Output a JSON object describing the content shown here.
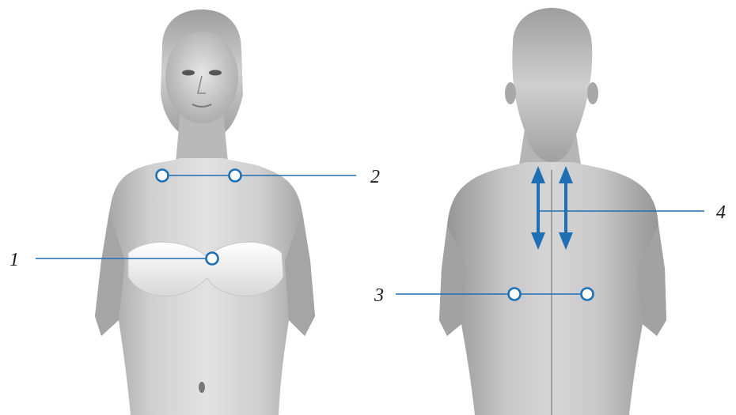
{
  "callouts": {
    "one": "1",
    "two": "2",
    "three": "3",
    "four": "4"
  },
  "colors": {
    "accent": "#1f6fb5",
    "skin_light": "#d9d9d9",
    "skin_dark": "#8c8c8c",
    "hair": "#bdbdbd",
    "garment": "#f2f2f2"
  },
  "figures": {
    "front": "front-torso-figure",
    "back": "back-torso-figure"
  }
}
